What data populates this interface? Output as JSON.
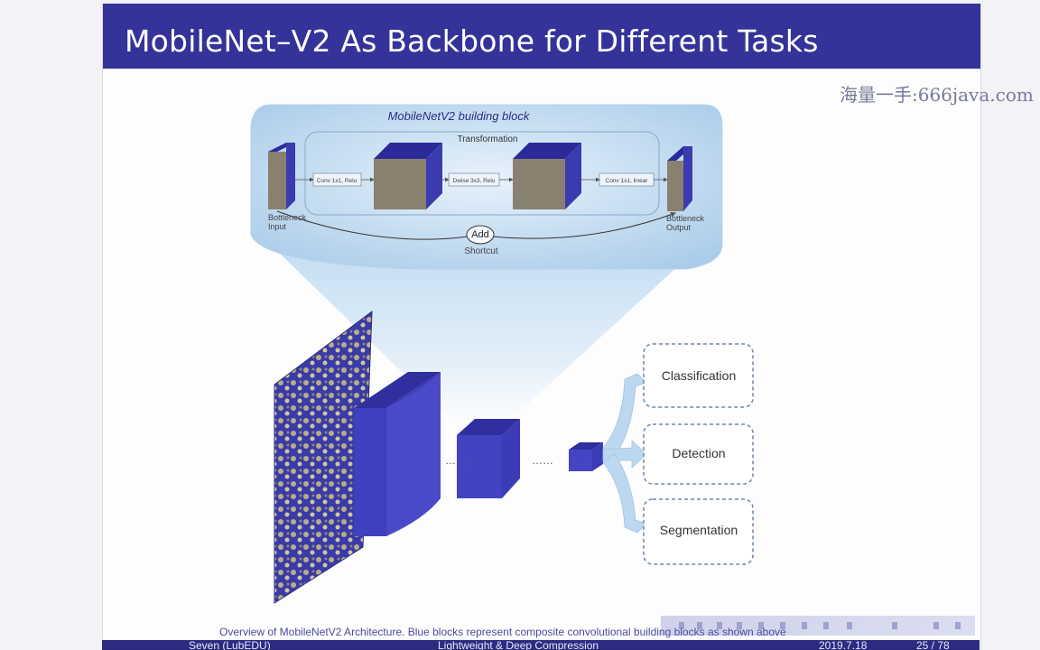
{
  "slide": {
    "title": "MobileNet–V2 As Backbone for Different Tasks",
    "watermark": "海量一手:666java.com",
    "caption": "Overview of MobileNetV2 Architecture. Blue blocks represent composite convolutional building blocks as shown above"
  },
  "figure": {
    "block_title": "MobileNetV2 building block",
    "transformation_label": "Transformation",
    "conv1_label": "Conv 1x1, Relu",
    "dwise_label": "Dwise 3x3, Relu",
    "conv2_label": "Conv 1x1, linear",
    "input_label": [
      "Bottleneck",
      "Input"
    ],
    "output_label": [
      "Bottleneck",
      "Output"
    ],
    "add_label": "Add",
    "shortcut_label": "Shortcut",
    "ellipsis": "……",
    "tasks": [
      "Classification",
      "Detection",
      "Segmentation"
    ]
  },
  "footer": {
    "author": "Seven (LubEDU)",
    "talk": "Lightweight & Deep Compression",
    "date": "2019.7.18",
    "page": "25 / 78"
  },
  "colors": {
    "title_bar": "#333399",
    "block_blue": "#3b3bb0",
    "block_face": "#8a8070",
    "glow": "#a9cdea"
  }
}
